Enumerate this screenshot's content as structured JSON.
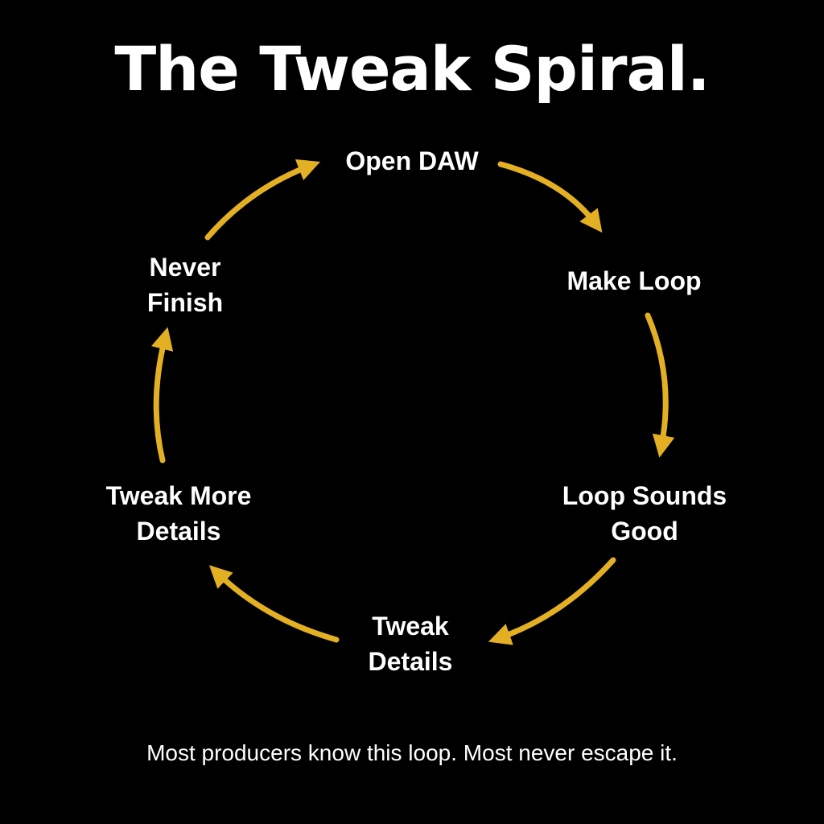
{
  "title": "The Tweak Spiral.",
  "footer": "Most producers know this loop. Most never escape it.",
  "accent_color": "#E3B023",
  "background_color": "#000000",
  "nodes": [
    {
      "id": "open-daw",
      "label": "Open DAW"
    },
    {
      "id": "make-loop",
      "label": "Make Loop"
    },
    {
      "id": "loop-sounds-good",
      "label": "Loop Sounds\nGood"
    },
    {
      "id": "tweak-details",
      "label": "Tweak\nDetails"
    },
    {
      "id": "tweak-more-details",
      "label": "Tweak More\nDetails"
    },
    {
      "id": "never-finish",
      "label": "Never\nFinish"
    }
  ],
  "edges": [
    {
      "from": "open-daw",
      "to": "make-loop"
    },
    {
      "from": "make-loop",
      "to": "loop-sounds-good"
    },
    {
      "from": "loop-sounds-good",
      "to": "tweak-details"
    },
    {
      "from": "tweak-details",
      "to": "tweak-more-details"
    },
    {
      "from": "tweak-more-details",
      "to": "never-finish"
    },
    {
      "from": "never-finish",
      "to": "open-daw"
    }
  ]
}
